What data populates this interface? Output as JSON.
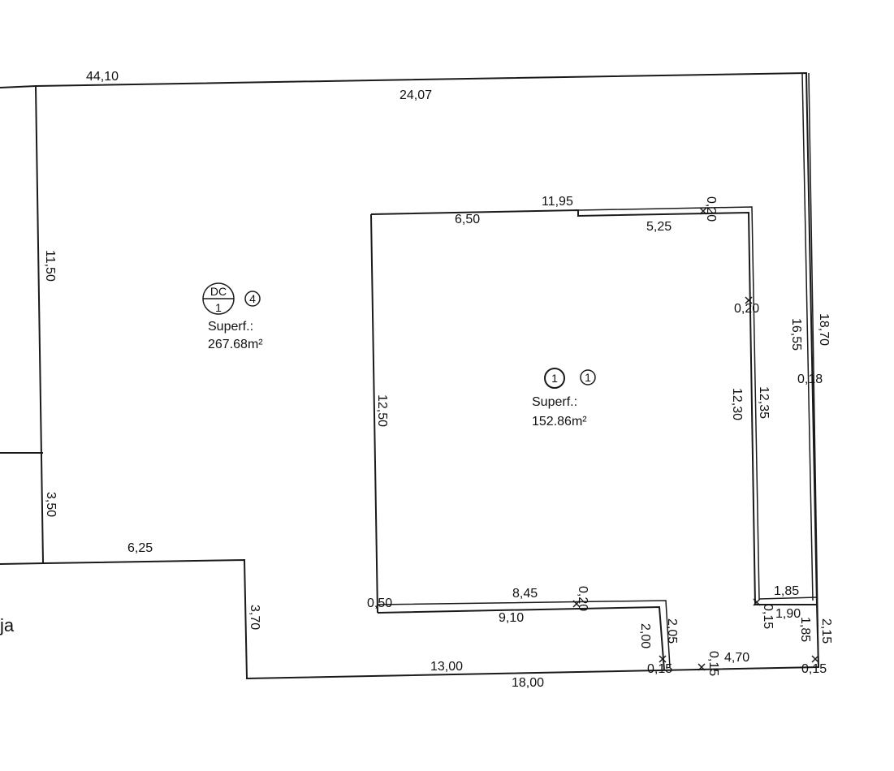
{
  "plots": {
    "dc": {
      "symbol_top": "DC",
      "symbol_bottom": "1",
      "number": "4",
      "surface_label": "Superf.:",
      "surface_value": "267.68m²"
    },
    "building": {
      "symbol": "1",
      "number": "1",
      "surface_label": "Superf.:",
      "surface_value": "152.86m²"
    }
  },
  "side_text": "ja",
  "dimensions": {
    "d44_10": "44,10",
    "d24_07": "24,07",
    "d11_95": "11,95",
    "d6_50": "6,50",
    "d5_25": "5,25",
    "d0_20_top": "0,20",
    "d0_20_right": "0,20",
    "d11_50": "11,50",
    "d3_50": "3,50",
    "d6_25": "6,25",
    "d3_70": "3,70",
    "d12_50": "12,50",
    "d16_55": "16,55",
    "d18_70": "18,70",
    "d0_18": "0,18",
    "d12_30": "12,30",
    "d12_35": "12,35",
    "d1_85_top": "1,85",
    "d1_90": "1,90",
    "d0_15_a": "0,15",
    "d1_85_side": "1,85",
    "d2_15": "2,15",
    "d0_50": "0,50",
    "d8_45": "8,45",
    "d0_20_bottom": "0,20",
    "d9_10": "9,10",
    "d2_05": "2,05",
    "d2_00": "2,00",
    "d4_70": "4,70",
    "d0_15_b": "0,15",
    "d0_15_c": "0,15",
    "d0_15_d": "0,15",
    "d13_00": "13,00",
    "d18_00": "18,00"
  }
}
